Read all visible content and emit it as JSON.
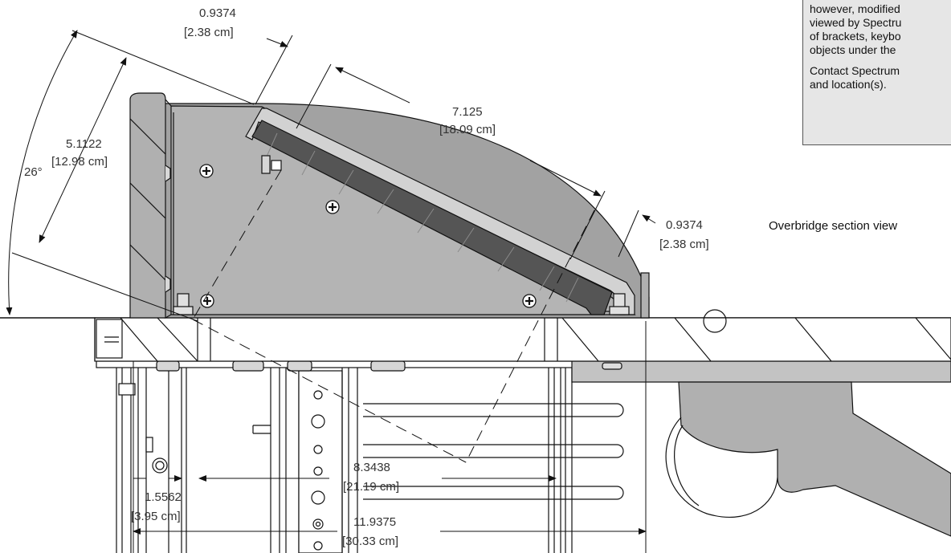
{
  "note": {
    "paragraph1": [
      "however, modified",
      "viewed by Spectru",
      "of brackets, keybo",
      "objects under the"
    ],
    "paragraph2": [
      "Contact Spectrum",
      "and location(s)."
    ]
  },
  "caption": "Overbridge section view",
  "dimensions": {
    "angle": "26°",
    "height": {
      "in": "5.1122",
      "cm": "[12.98 cm]"
    },
    "lip_top": {
      "in": "0.9374",
      "cm": "[2.38 cm]"
    },
    "slope": {
      "in": "7.125",
      "cm": "[18.09 cm]"
    },
    "lip_right": {
      "in": "0.9374",
      "cm": "[2.38 cm]"
    },
    "inner_span": {
      "in": "8.3438",
      "cm": "[21.19 cm]"
    },
    "offset": {
      "in": "1.5562",
      "cm": "[3.95 cm]"
    },
    "overall": {
      "in": "11.9375",
      "cm": "[30.33 cm]"
    }
  },
  "colors": {
    "housing": "#b4b4b4",
    "dome": "#a2a2a2",
    "strip": "#555555",
    "line": "#111111",
    "dim_text": "#333333"
  }
}
